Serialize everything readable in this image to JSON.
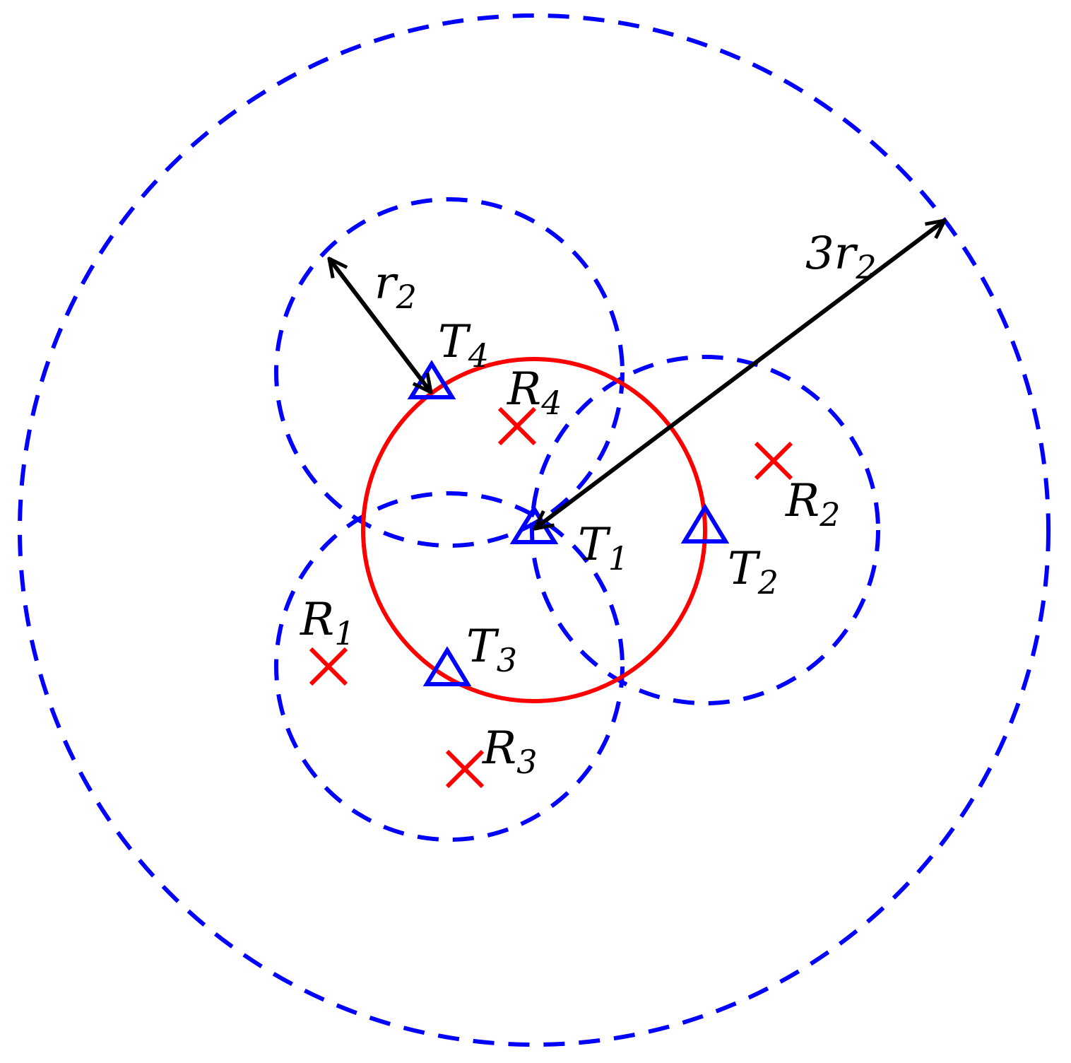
{
  "colors": {
    "dashed_circles": "#0000ff",
    "red_circle": "#ff0000",
    "transmitters": "#0000ff",
    "receivers": "#ff0000",
    "arrows": "#000000",
    "text": "#000000"
  },
  "labels": {
    "r2": {
      "main": "r",
      "sub": "2"
    },
    "three_r2": {
      "main": "3r",
      "sub": "2"
    },
    "T1": {
      "main": "T",
      "sub": "1"
    },
    "T2": {
      "main": "T",
      "sub": "2"
    },
    "T3": {
      "main": "T",
      "sub": "3"
    },
    "T4": {
      "main": "T",
      "sub": "4"
    },
    "R1": {
      "main": "R",
      "sub": "1"
    },
    "R2": {
      "main": "R",
      "sub": "2"
    },
    "R3": {
      "main": "R",
      "sub": "3"
    },
    "R4": {
      "main": "R",
      "sub": "4"
    }
  }
}
